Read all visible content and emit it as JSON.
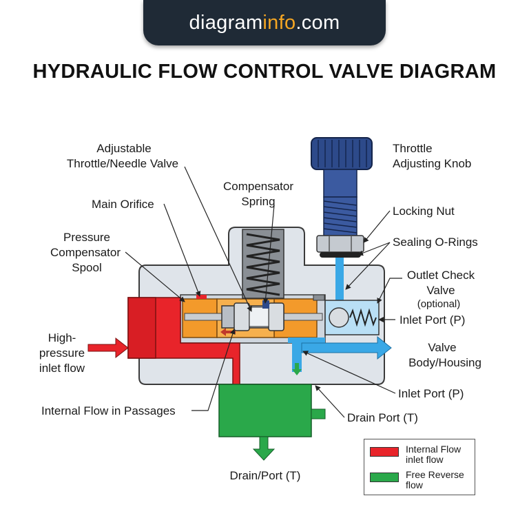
{
  "site": {
    "part1": "diagram",
    "part2": "info",
    "part3": ".com"
  },
  "title": "HYDRAULIC FLOW CONTROL VALVE DIAGRAM",
  "labels": {
    "adjustable_throttle": [
      "Adjustable",
      "Throttle/Needle Valve"
    ],
    "main_orifice": "Main Orifice",
    "compensator_spring": [
      "Compensator",
      "Spring"
    ],
    "pressure_compensator_spool": [
      "Pressure",
      "Compensator",
      "Spool"
    ],
    "high_pressure_inlet": [
      "High-",
      "pressure",
      "inlet flow"
    ],
    "internal_flow_passages": "Internal Flow in Passages",
    "drain_port_bottom": "Drain/Port (T)",
    "throttle_knob": [
      "Throttle",
      "Adjusting Knob"
    ],
    "locking_nut": "Locking Nut",
    "sealing_orings": "Sealing O-Rings",
    "outlet_check_valve": [
      "Outlet Check",
      "Valve"
    ],
    "optional": "(optional)",
    "inlet_port_upper": "Inlet Port (P)",
    "valve_body": [
      "Valve",
      "Body/Housing"
    ],
    "inlet_port_lower": "Inlet Port (P)",
    "drain_port_right": "Drain Port (T)"
  },
  "legend": [
    {
      "lines": [
        "Internal Flow",
        "inlet flow"
      ],
      "color": "#e8242a"
    },
    {
      "lines": [
        "Free Reverse",
        "flow"
      ],
      "color": "#2aa84a"
    }
  ],
  "colors": {
    "housing": "#dfe4ea",
    "high_pressure": "#e8242a",
    "compensator": "#f39a2b",
    "outlet_flow": "#3aa8e6",
    "drain": "#2aa84a",
    "knob": "#2d4a8a"
  }
}
